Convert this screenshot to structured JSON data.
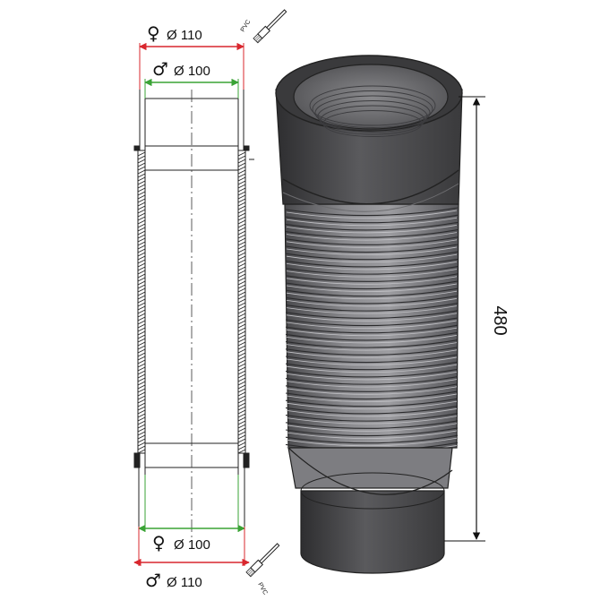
{
  "schematic": {
    "top_outer": {
      "symbol": "♀",
      "label": "Ø 110"
    },
    "top_inner": {
      "symbol": "♂",
      "label": "Ø 100"
    },
    "bottom_inner": {
      "symbol": "♀",
      "label": "Ø 100"
    },
    "bottom_outer": {
      "symbol": "♂",
      "label": "Ø 110"
    }
  },
  "material_top": "PVC",
  "material_bottom": "PVC",
  "length_label": "480",
  "colors": {
    "outer_dim": "#d9272e",
    "inner_dim": "#3aa335",
    "pipe_dark": "#3e3e40",
    "pipe_mid": "#6b6b6e",
    "pipe_light": "#9c9ca0"
  }
}
